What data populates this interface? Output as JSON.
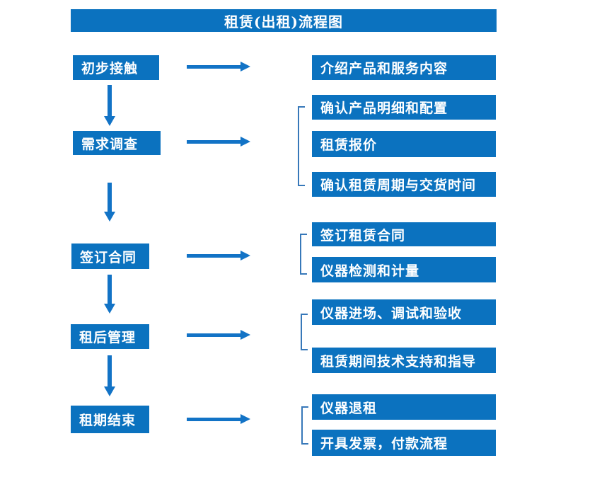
{
  "title": "租赁(出租)流程图",
  "colors": {
    "box_blue": "#0b72bf",
    "arrow_blue": "#1273c6",
    "bracket_blue": "#3778b9",
    "text_white": "#ffffff",
    "background": "#ffffff"
  },
  "steps": [
    {
      "label": "初步接触",
      "details": [
        "介绍产品和服务内容"
      ]
    },
    {
      "label": "需求调查",
      "details": [
        "确认产品明细和配置",
        "租赁报价",
        "确认租赁周期与交货时间"
      ]
    },
    {
      "label": "签订合同",
      "details": [
        "签订租赁合同",
        "仪器检测和计量"
      ]
    },
    {
      "label": "租后管理",
      "details": [
        "仪器进场、调试和验收",
        "租赁期间技术支持和指导"
      ]
    },
    {
      "label": "租期结束",
      "details": [
        "仪器退租",
        "开具发票，付款流程"
      ]
    }
  ]
}
